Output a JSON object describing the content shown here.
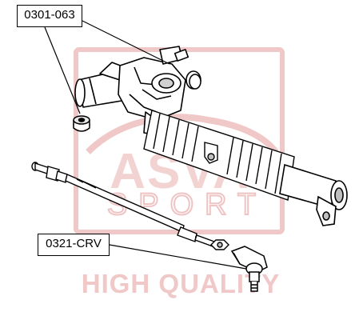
{
  "callouts": {
    "top": "0301-063",
    "bottom": "0321-CRV"
  },
  "watermark": {
    "brand": "ASVA",
    "line1": "SPORT",
    "line2": "HIGH QUALITY",
    "color": "#f0c8c8"
  },
  "colors": {
    "ink": "#000000",
    "paper": "#ffffff",
    "metal_shade": "#bfbfbf"
  }
}
